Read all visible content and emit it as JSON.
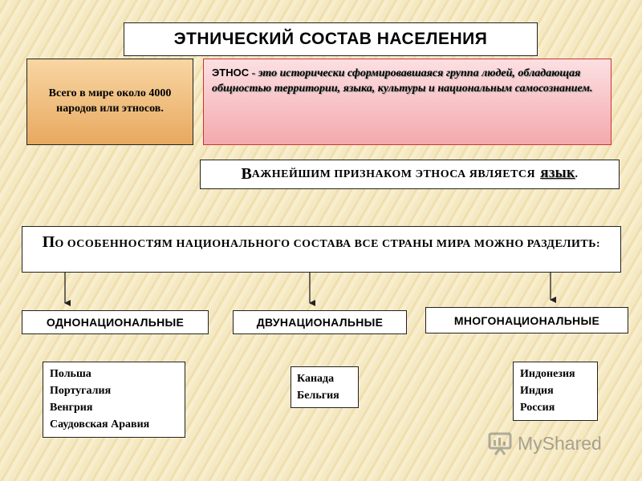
{
  "title": "ЭТНИЧЕСКИЙ СОСТАВ НАСЕЛЕНИЯ",
  "world_box": {
    "text": "Всего в мире около 4000 народов или этносов."
  },
  "ethnos_box": {
    "term": "ЭТНОС",
    "definition": " - это исторически сформировавшаяся группа людей, обладающая общностью территории, языка, культуры и национальным самосознанием."
  },
  "feature": {
    "first_letter": "В",
    "rest": "ажнейшим признаком этноса является",
    "keyword": "язык",
    "end": "."
  },
  "divide": {
    "first_letter": "П",
    "rest": "о особенностям национального состава все страны мира можно разделить:"
  },
  "categories": [
    {
      "label": "ОДНОНАЦИОНАЛЬНЫЕ",
      "examples": [
        "Польша",
        "Португалия",
        "Венгрия",
        "Саудовская Аравия"
      ]
    },
    {
      "label": "ДВУНАЦИОНАЛЬНЫЕ",
      "examples": [
        "Канада",
        "Бельгия"
      ]
    },
    {
      "label": "МНОГОНАЦИОНАЛЬНЫЕ",
      "examples": [
        "Индонезия",
        "Индия",
        "Россия"
      ]
    }
  ],
  "watermark": {
    "text": "MyShared",
    "icon": "presentation-board-icon"
  }
}
